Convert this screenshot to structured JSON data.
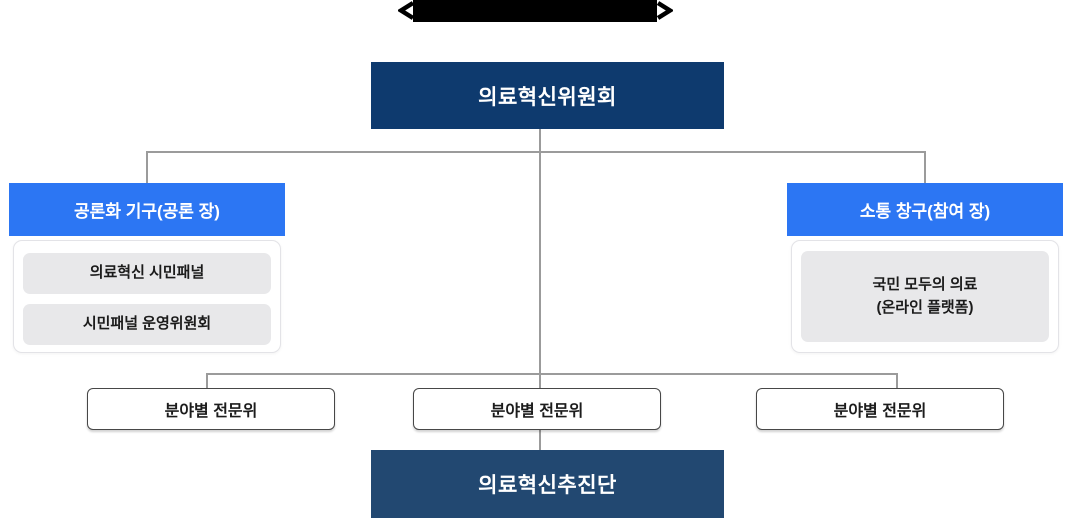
{
  "banner": {
    "left_icon": "chevron-left",
    "right_icon": "chevron-right"
  },
  "org_chart": {
    "root": {
      "label": "의료혁신위원회"
    },
    "left_branch": {
      "header": "공론화 기구(공론 장)",
      "items": [
        "의료혁신 시민패널",
        "시민패널 운영위원회"
      ]
    },
    "right_branch": {
      "header": "소통 창구(참여 장)",
      "item": {
        "line1": "국민 모두의 의료",
        "line2": "(온라인 플랫폼)"
      }
    },
    "committees": [
      "분야별 전문위",
      "분야별 전문위",
      "분야별 전문위"
    ],
    "bottom": {
      "label": "의료혁신추진단"
    }
  },
  "colors": {
    "navy": "#0e3a6e",
    "navy_muted": "#224871",
    "blue": "#2c76f3",
    "line": "#9b9b9b",
    "item_bg": "#e8e8ea",
    "banner_black": "#000000"
  }
}
